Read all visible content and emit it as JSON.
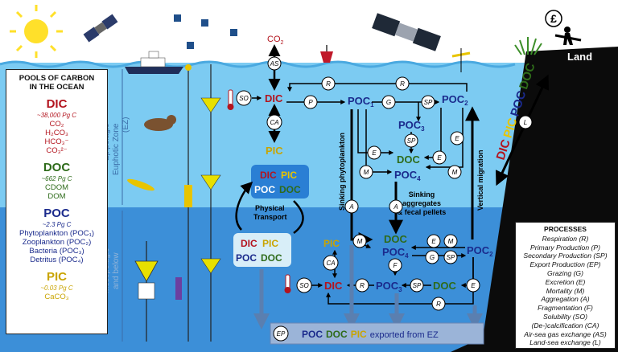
{
  "pools": {
    "title_line1": "POOLS OF CARBON",
    "title_line2": "IN THE OCEAN",
    "dic": {
      "name": "DIC",
      "amount": "~38,000 Pg C",
      "items": [
        "CO₂",
        "H₂CO₃",
        "HCO₃⁻",
        "CO₃²⁻"
      ]
    },
    "doc": {
      "name": "DOC",
      "amount": "~662 Pg C",
      "items": [
        "CDOM",
        "DOM"
      ]
    },
    "poc": {
      "name": "POC",
      "amount": "~2.3 Pg C",
      "items": [
        "Phytoplankton (POC₁)",
        "Zooplankton (POC₂)",
        "Bacteria (POC₃)",
        "Detritus (POC₄)"
      ]
    },
    "pic": {
      "name": "PIC",
      "amount": "~0.03 Pg C",
      "items": [
        "CaCO₃"
      ]
    }
  },
  "processes": {
    "title": "PROCESSES",
    "items": [
      "Respiration (R)",
      "Primary Production (P)",
      "Secondary Production (SP)",
      "Export Production (EP)",
      "Grazing (G)",
      "Excretion (E)",
      "Mortality (M)",
      "Aggregation (A)",
      "Fragmentation (F)",
      "Solubility (SO)",
      "(De-)calcification (CA)",
      "Air-sea gas exchange (AS)",
      "Land-sea exchange (L)"
    ]
  },
  "land": {
    "label": "Land",
    "pound_symbol": "£"
  },
  "zones": {
    "epipelagic": "Epipelagic",
    "euphotic": "Euphotic Zone",
    "ez": "(EZ)",
    "mesopelagic": "Mesopelagic",
    "below": "and below"
  },
  "labels": {
    "co2": "CO",
    "co2_sub": "2",
    "sinking_phyto": "Sinking phytoplankton",
    "vertical_migration": "Vertical migration",
    "sinking_agg_1": "Sinking",
    "sinking_agg_2": "aggregates",
    "sinking_agg_3": "& fecal pellets",
    "physical_1": "Physical",
    "physical_2": "Transport",
    "dic": "DIC",
    "pic": "PIC",
    "poc": "POC",
    "doc": "DOC",
    "poc1": "1",
    "poc2": "2",
    "poc3": "3",
    "poc4": "4",
    "exported_suffix": "exported from EZ"
  },
  "circles": {
    "AS": "AS",
    "SO": "SO",
    "CA": "CA",
    "P": "P",
    "R": "R",
    "G": "G",
    "SP": "SP",
    "E": "E",
    "M": "M",
    "A": "A",
    "F": "F",
    "L": "L",
    "EP": "EP"
  },
  "colors": {
    "dic": "#b3141e",
    "pic": "#c9a400",
    "poc": "#1a2a8c",
    "doc": "#2e6b1a",
    "sky": "#ffffff",
    "ocean_upper": "#6ec3f0",
    "ocean_lower": "#3b8ed6",
    "land": "#0d0d0d"
  }
}
